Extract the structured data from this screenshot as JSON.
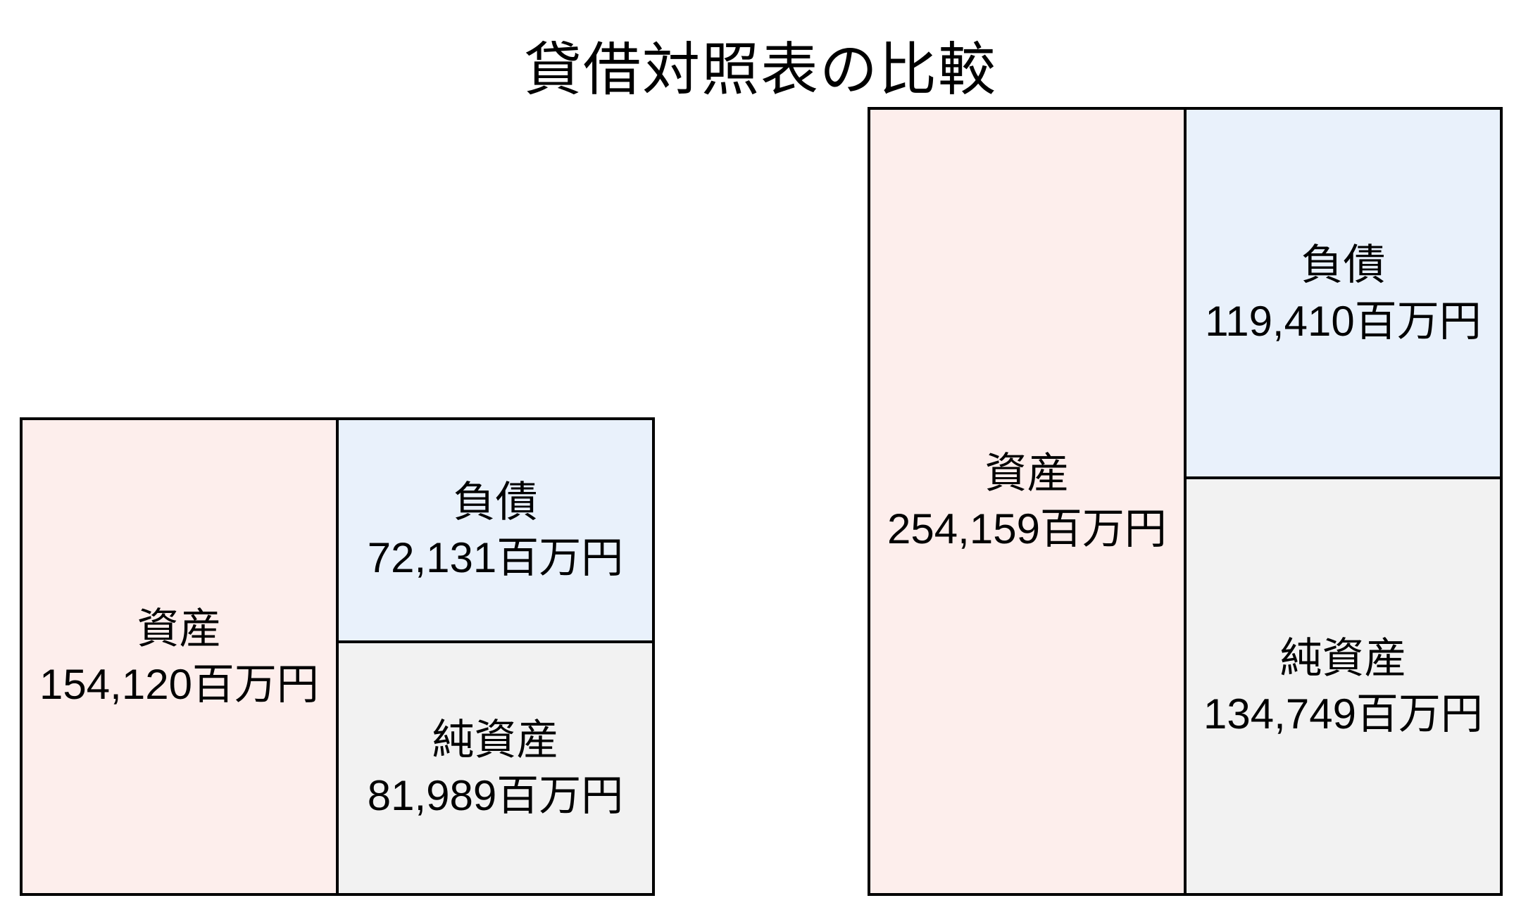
{
  "title": "貸借対照表の比較",
  "colors": {
    "background": "#ffffff",
    "border": "#000000",
    "text": "#000000",
    "assets_fill": "#fdeeec",
    "liabilities_fill": "#e9f1fb",
    "net_assets_fill": "#f2f2f2"
  },
  "balance_sheets": [
    {
      "assets_label": "資産",
      "assets_value": "154,120百万円",
      "liabilities_label": "負債",
      "liabilities_value": "72,131百万円",
      "net_assets_label": "純資産",
      "net_assets_value": "81,989百万円"
    },
    {
      "assets_label": "資産",
      "assets_value": "254,159百万円",
      "liabilities_label": "負債",
      "liabilities_value": "119,410百万円",
      "net_assets_label": "純資産",
      "net_assets_value": "134,749百万円"
    }
  ],
  "chart_data": {
    "type": "bar",
    "title": "貸借対照表の比較",
    "unit": "百万円",
    "categories": [
      "資産",
      "負債",
      "純資産"
    ],
    "series": [
      {
        "position": "left",
        "assets": 154120,
        "liabilities": 72131,
        "net_assets": 81989
      },
      {
        "position": "right",
        "assets": 254159,
        "liabilities": 119410,
        "net_assets": 134749
      }
    ],
    "layout": "two box-style balance sheets, bottoms aligned; box height proportional to total assets; left column = assets (pink), right column stacked = liabilities (blue) over net assets (gray); liabilities/net-assets heights proportional to their values; black borders; title centered at top"
  }
}
